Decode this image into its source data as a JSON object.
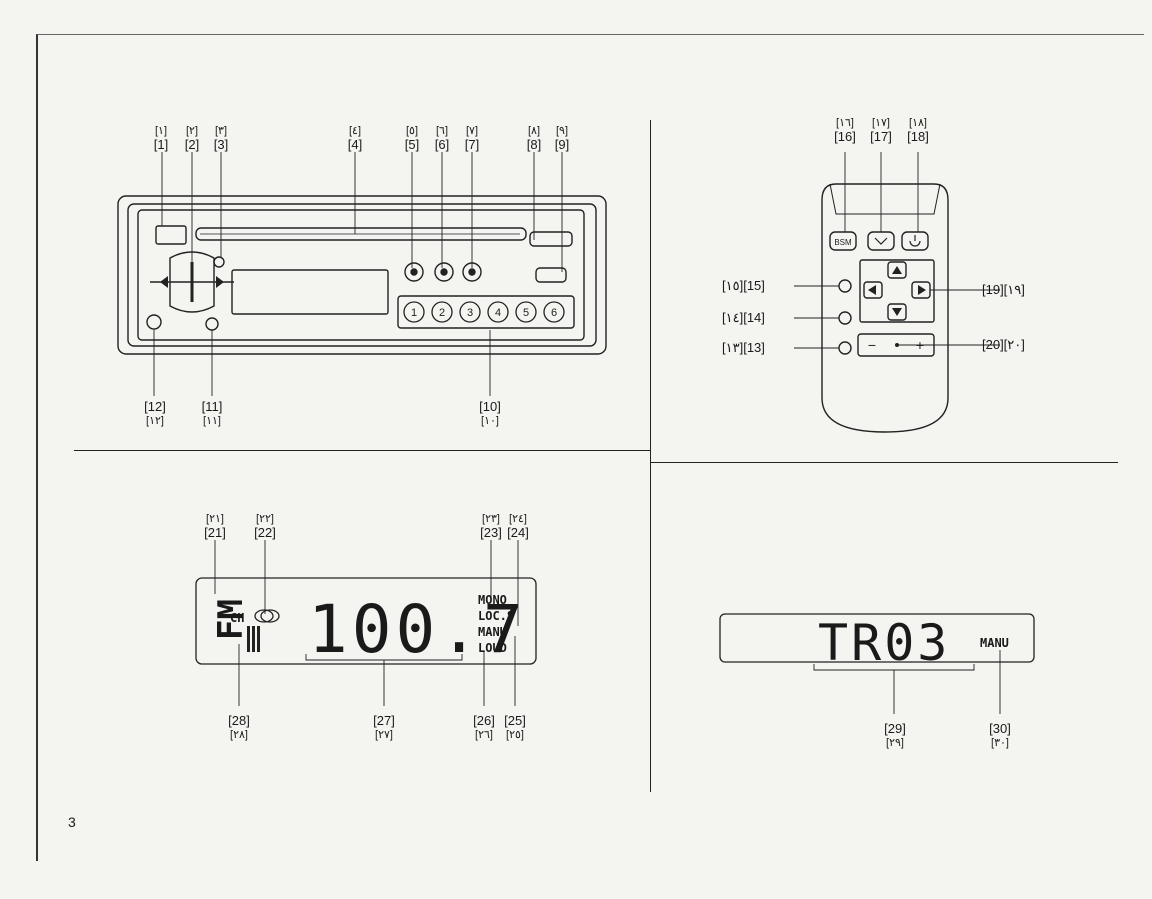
{
  "page_number": "3",
  "head_unit": {
    "top_labels": [
      {
        "ar": "[١]",
        "en": "[1]"
      },
      {
        "ar": "[٢]",
        "en": "[2]"
      },
      {
        "ar": "[٣]",
        "en": "[3]"
      },
      {
        "ar": "[٤]",
        "en": "[4]"
      },
      {
        "ar": "[٥]",
        "en": "[5]"
      },
      {
        "ar": "[٦]",
        "en": "[6]"
      },
      {
        "ar": "[٧]",
        "en": "[7]"
      },
      {
        "ar": "[٨]",
        "en": "[8]"
      },
      {
        "ar": "[٩]",
        "en": "[9]"
      }
    ],
    "bottom_labels": [
      {
        "en": "[12]",
        "ar": "[١٢]"
      },
      {
        "en": "[11]",
        "ar": "[١١]"
      },
      {
        "en": "[10]",
        "ar": "[١٠]"
      }
    ],
    "preset_buttons": [
      "1",
      "2",
      "3",
      "4",
      "5",
      "6"
    ]
  },
  "remote": {
    "top_labels": [
      {
        "ar": "[١٦]",
        "en": "[16]"
      },
      {
        "ar": "[١٧]",
        "en": "[17]"
      },
      {
        "ar": "[١٨]",
        "en": "[18]"
      }
    ],
    "left_labels": [
      "[١٥][15]",
      "[١٤][14]",
      "[١٣][13]"
    ],
    "right_labels": [
      "[19][١٩]",
      "[20][٢٠]"
    ],
    "bsm_label": "BSM",
    "minus": "−",
    "plus": "+"
  },
  "radio_display": {
    "top_labels": [
      {
        "ar": "[٢١]",
        "en": "[21]"
      },
      {
        "ar": "[٢٢]",
        "en": "[22]"
      },
      {
        "ar": "[٢٣]",
        "en": "[23]"
      },
      {
        "ar": "[٢٤]",
        "en": "[24]"
      }
    ],
    "bottom_labels": [
      {
        "en": "[28]",
        "ar": "[٢٨]"
      },
      {
        "en": "[27]",
        "ar": "[٢٧]"
      },
      {
        "en": "[26]",
        "ar": "[٢٦]"
      },
      {
        "en": "[25]",
        "ar": "[٢٥]"
      }
    ],
    "band": "FM",
    "ch": "CH",
    "frequency": "100.7",
    "indicators": [
      "MONO",
      "LOC.S",
      "MANU",
      "LOUD"
    ]
  },
  "track_display": {
    "track": "TR03",
    "mode": "MANU",
    "bottom_labels": [
      {
        "en": "[29]",
        "ar": "[٢٩]"
      },
      {
        "en": "[30]",
        "ar": "[٣٠]"
      }
    ]
  }
}
